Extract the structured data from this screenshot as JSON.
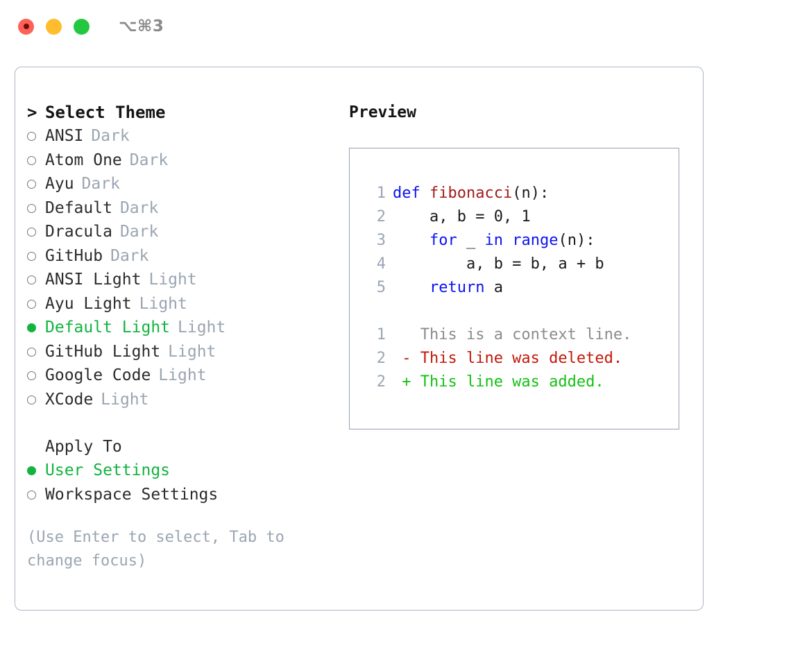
{
  "titlebar": {
    "shortcut": "⌥⌘3",
    "lights": [
      "close-red",
      "minimize-amber",
      "maximize-green"
    ]
  },
  "theme_picker": {
    "header": "Select Theme",
    "caret": ">",
    "options": [
      {
        "label": "ANSI",
        "tag": "Dark",
        "selected": false
      },
      {
        "label": "Atom One",
        "tag": "Dark",
        "selected": false
      },
      {
        "label": "Ayu",
        "tag": "Dark",
        "selected": false
      },
      {
        "label": "Default",
        "tag": "Dark",
        "selected": false
      },
      {
        "label": "Dracula",
        "tag": "Dark",
        "selected": false
      },
      {
        "label": "GitHub",
        "tag": "Dark",
        "selected": false
      },
      {
        "label": "ANSI Light",
        "tag": "Light",
        "selected": false
      },
      {
        "label": "Ayu Light",
        "tag": "Light",
        "selected": false
      },
      {
        "label": "Default Light",
        "tag": "Light",
        "selected": true
      },
      {
        "label": "GitHub Light",
        "tag": "Light",
        "selected": false
      },
      {
        "label": "Google Code",
        "tag": "Light",
        "selected": false
      },
      {
        "label": "XCode",
        "tag": "Light",
        "selected": false
      }
    ]
  },
  "apply_to": {
    "header": "Apply To",
    "options": [
      {
        "label": "User Settings",
        "selected": true
      },
      {
        "label": "Workspace Settings",
        "selected": false
      }
    ]
  },
  "hint": "(Use Enter to select, Tab to change focus)",
  "preview": {
    "title": "Preview",
    "code_lines": [
      {
        "num": "1",
        "tokens": [
          {
            "t": "def ",
            "c": "kw"
          },
          {
            "t": "fibonacci",
            "c": "fn"
          },
          {
            "t": "(n):",
            "c": "plain"
          }
        ]
      },
      {
        "num": "2",
        "tokens": [
          {
            "t": "    a, b = 0, 1",
            "c": "plain"
          }
        ]
      },
      {
        "num": "3",
        "tokens": [
          {
            "t": "    ",
            "c": "plain"
          },
          {
            "t": "for",
            "c": "kw"
          },
          {
            "t": " _ ",
            "c": "plain"
          },
          {
            "t": "in",
            "c": "kw"
          },
          {
            "t": " ",
            "c": "plain"
          },
          {
            "t": "range",
            "c": "kw"
          },
          {
            "t": "(n):",
            "c": "plain"
          }
        ]
      },
      {
        "num": "4",
        "tokens": [
          {
            "t": "        a, b = b, a + b",
            "c": "plain"
          }
        ]
      },
      {
        "num": "5",
        "tokens": [
          {
            "t": "    ",
            "c": "plain"
          },
          {
            "t": "return",
            "c": "kw"
          },
          {
            "t": " a",
            "c": "plain"
          }
        ]
      }
    ],
    "diff_lines": [
      {
        "num": "1",
        "tokens": [
          {
            "t": "   This is a context line.",
            "c": "ctx"
          }
        ]
      },
      {
        "num": "2",
        "tokens": [
          {
            "t": " - This line was deleted.",
            "c": "del"
          }
        ]
      },
      {
        "num": "2",
        "tokens": [
          {
            "t": " + This line was added.",
            "c": "add"
          }
        ]
      }
    ]
  },
  "colors": {
    "accent_green": "#12b33f",
    "muted": "#9aa5b1",
    "keyword_blue": "#0a12f0",
    "function_red": "#a01b1b",
    "diff_deleted": "#c21807",
    "diff_added": "#13c113",
    "border": "#aeb6c2"
  }
}
